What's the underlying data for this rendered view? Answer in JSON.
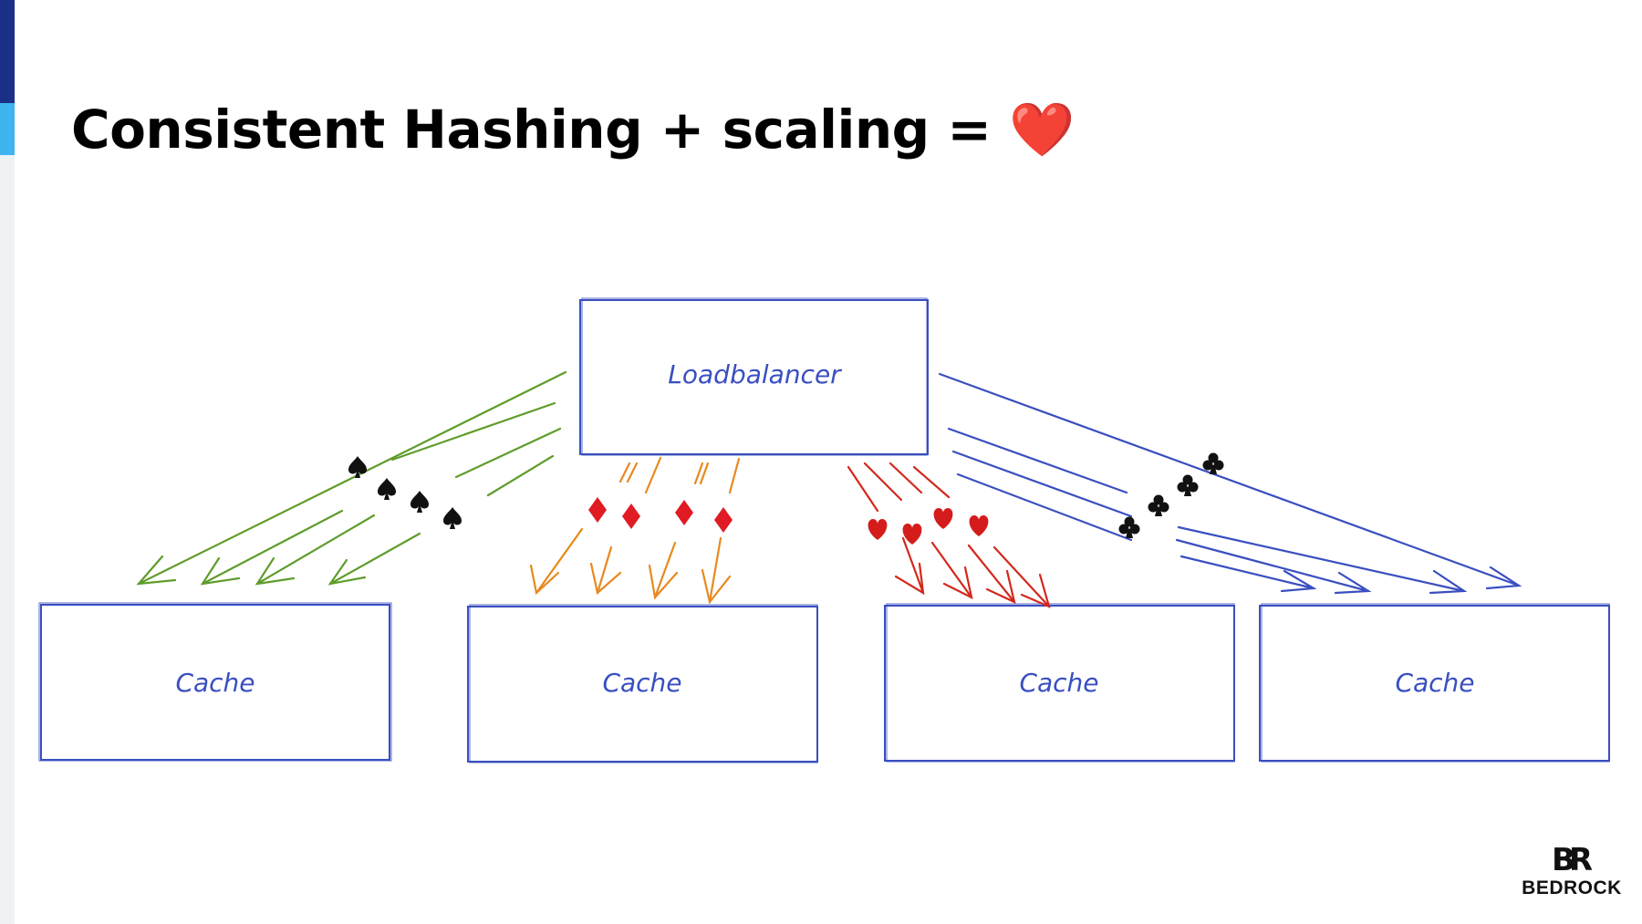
{
  "slide": {
    "title": "Consistent Hashing + scaling = ❤️",
    "title_icon": "red-heart-emoji"
  },
  "diagram": {
    "loadbalancer": {
      "label": "Loadbalancer"
    },
    "caches": [
      {
        "label": "Cache",
        "suit": "spade",
        "arrow_color": "#5f9c2a"
      },
      {
        "label": "Cache",
        "suit": "diamond",
        "arrow_color": "#e8891e"
      },
      {
        "label": "Cache",
        "suit": "heart",
        "arrow_color": "#d4281c"
      },
      {
        "label": "Cache",
        "suit": "club",
        "arrow_color": "#3a4fc0"
      }
    ],
    "box_color": "#3a4fc0"
  },
  "logo": {
    "mark": "BR",
    "text": "BEDROCK"
  }
}
